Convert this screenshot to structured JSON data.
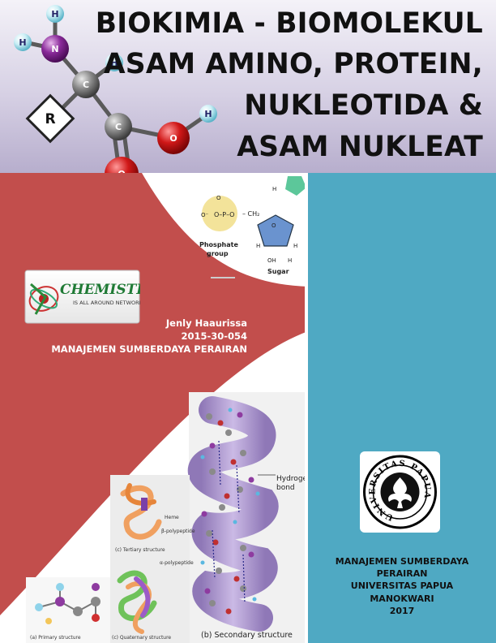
{
  "header": {
    "title_lines": [
      "BIOKIMIA - BIOMOLEKUL",
      "ASAM AMINO, PROTEIN,",
      "NUKLEOTIDA &",
      "ASAM NUKLEAT"
    ],
    "molecule_labels": {
      "h": "H",
      "n": "N",
      "c": "C",
      "o": "O",
      "r": "R"
    }
  },
  "nucleotide_image": {
    "phosphate_label": "Phosphate group",
    "phosphate_line1": "Phosphate",
    "phosphate_line2": "group",
    "sugar_label": "Sugar"
  },
  "chem_logo": {
    "brand": "CHEMISTRY",
    "tagline": "IS ALL AROUND NETWORK"
  },
  "author": {
    "name": "Jenly Haaurissa",
    "student_id": "2015-30-054",
    "program": "MANAJEMEN SUMBERDAYA PERAIRAN"
  },
  "protein_image": {
    "hydrogen_bond_label": "Hydrogen bond",
    "hydrogen_line1": "Hydrogen",
    "hydrogen_line2": "bond",
    "secondary_caption": "(b) Secondary structure",
    "primary_caption": "(a) Primary structure",
    "tertiary_caption": "(c) Tertiary structure",
    "quaternary_caption": "(c) Quaternary structure",
    "heme_label": "Heme",
    "b_polypeptide_label": "β-polypeptide",
    "a_polypeptide_label": "α-polypeptide"
  },
  "university_logo": {
    "ring_text": "UNIVERSITAS PAPUA"
  },
  "university_block": {
    "lines": [
      "MANAJEMEN SUMBERDAYA",
      "PERAIRAN",
      "UNIVERSITAS PAPUA",
      "MANOKWARI",
      "2017"
    ]
  },
  "colors": {
    "header_top": "#f4f2f8",
    "header_bottom": "#b7aecd",
    "left_panel": "#c24e4c",
    "right_panel": "#4fa9c3",
    "helix": "#9c82c7"
  }
}
